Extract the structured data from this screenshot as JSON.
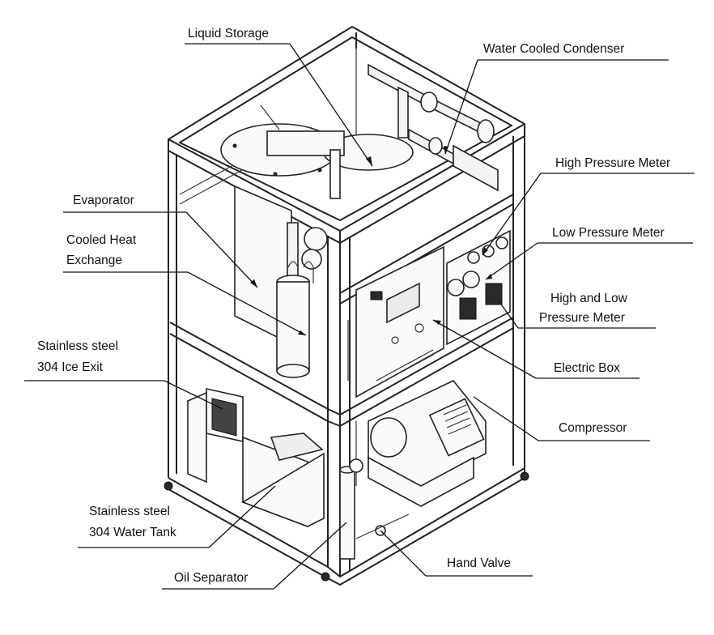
{
  "labels": {
    "liquid_storage": "Liquid Storage",
    "water_cooled_condenser": "Water Cooled Condenser",
    "high_pressure_meter": "High Pressure Meter",
    "low_pressure_meter": "Low Pressure Meter",
    "high_low_pressure_meter_line1": "High and Low",
    "high_low_pressure_meter_line2": "Pressure Meter",
    "electric_box": "Electric Box",
    "compressor": "Compressor",
    "hand_valve": "Hand Valve",
    "oil_separator": "Oil Separator",
    "water_tank_line1": "Stainless steel",
    "water_tank_line2": "304 Water Tank",
    "ice_exit_line1": "Stainless steel",
    "ice_exit_line2": "304 Ice Exit",
    "cooled_heat_exchange_line1": "Cooled Heat",
    "cooled_heat_exchange_line2": "Exchange",
    "evaporator": "Evaporator"
  }
}
